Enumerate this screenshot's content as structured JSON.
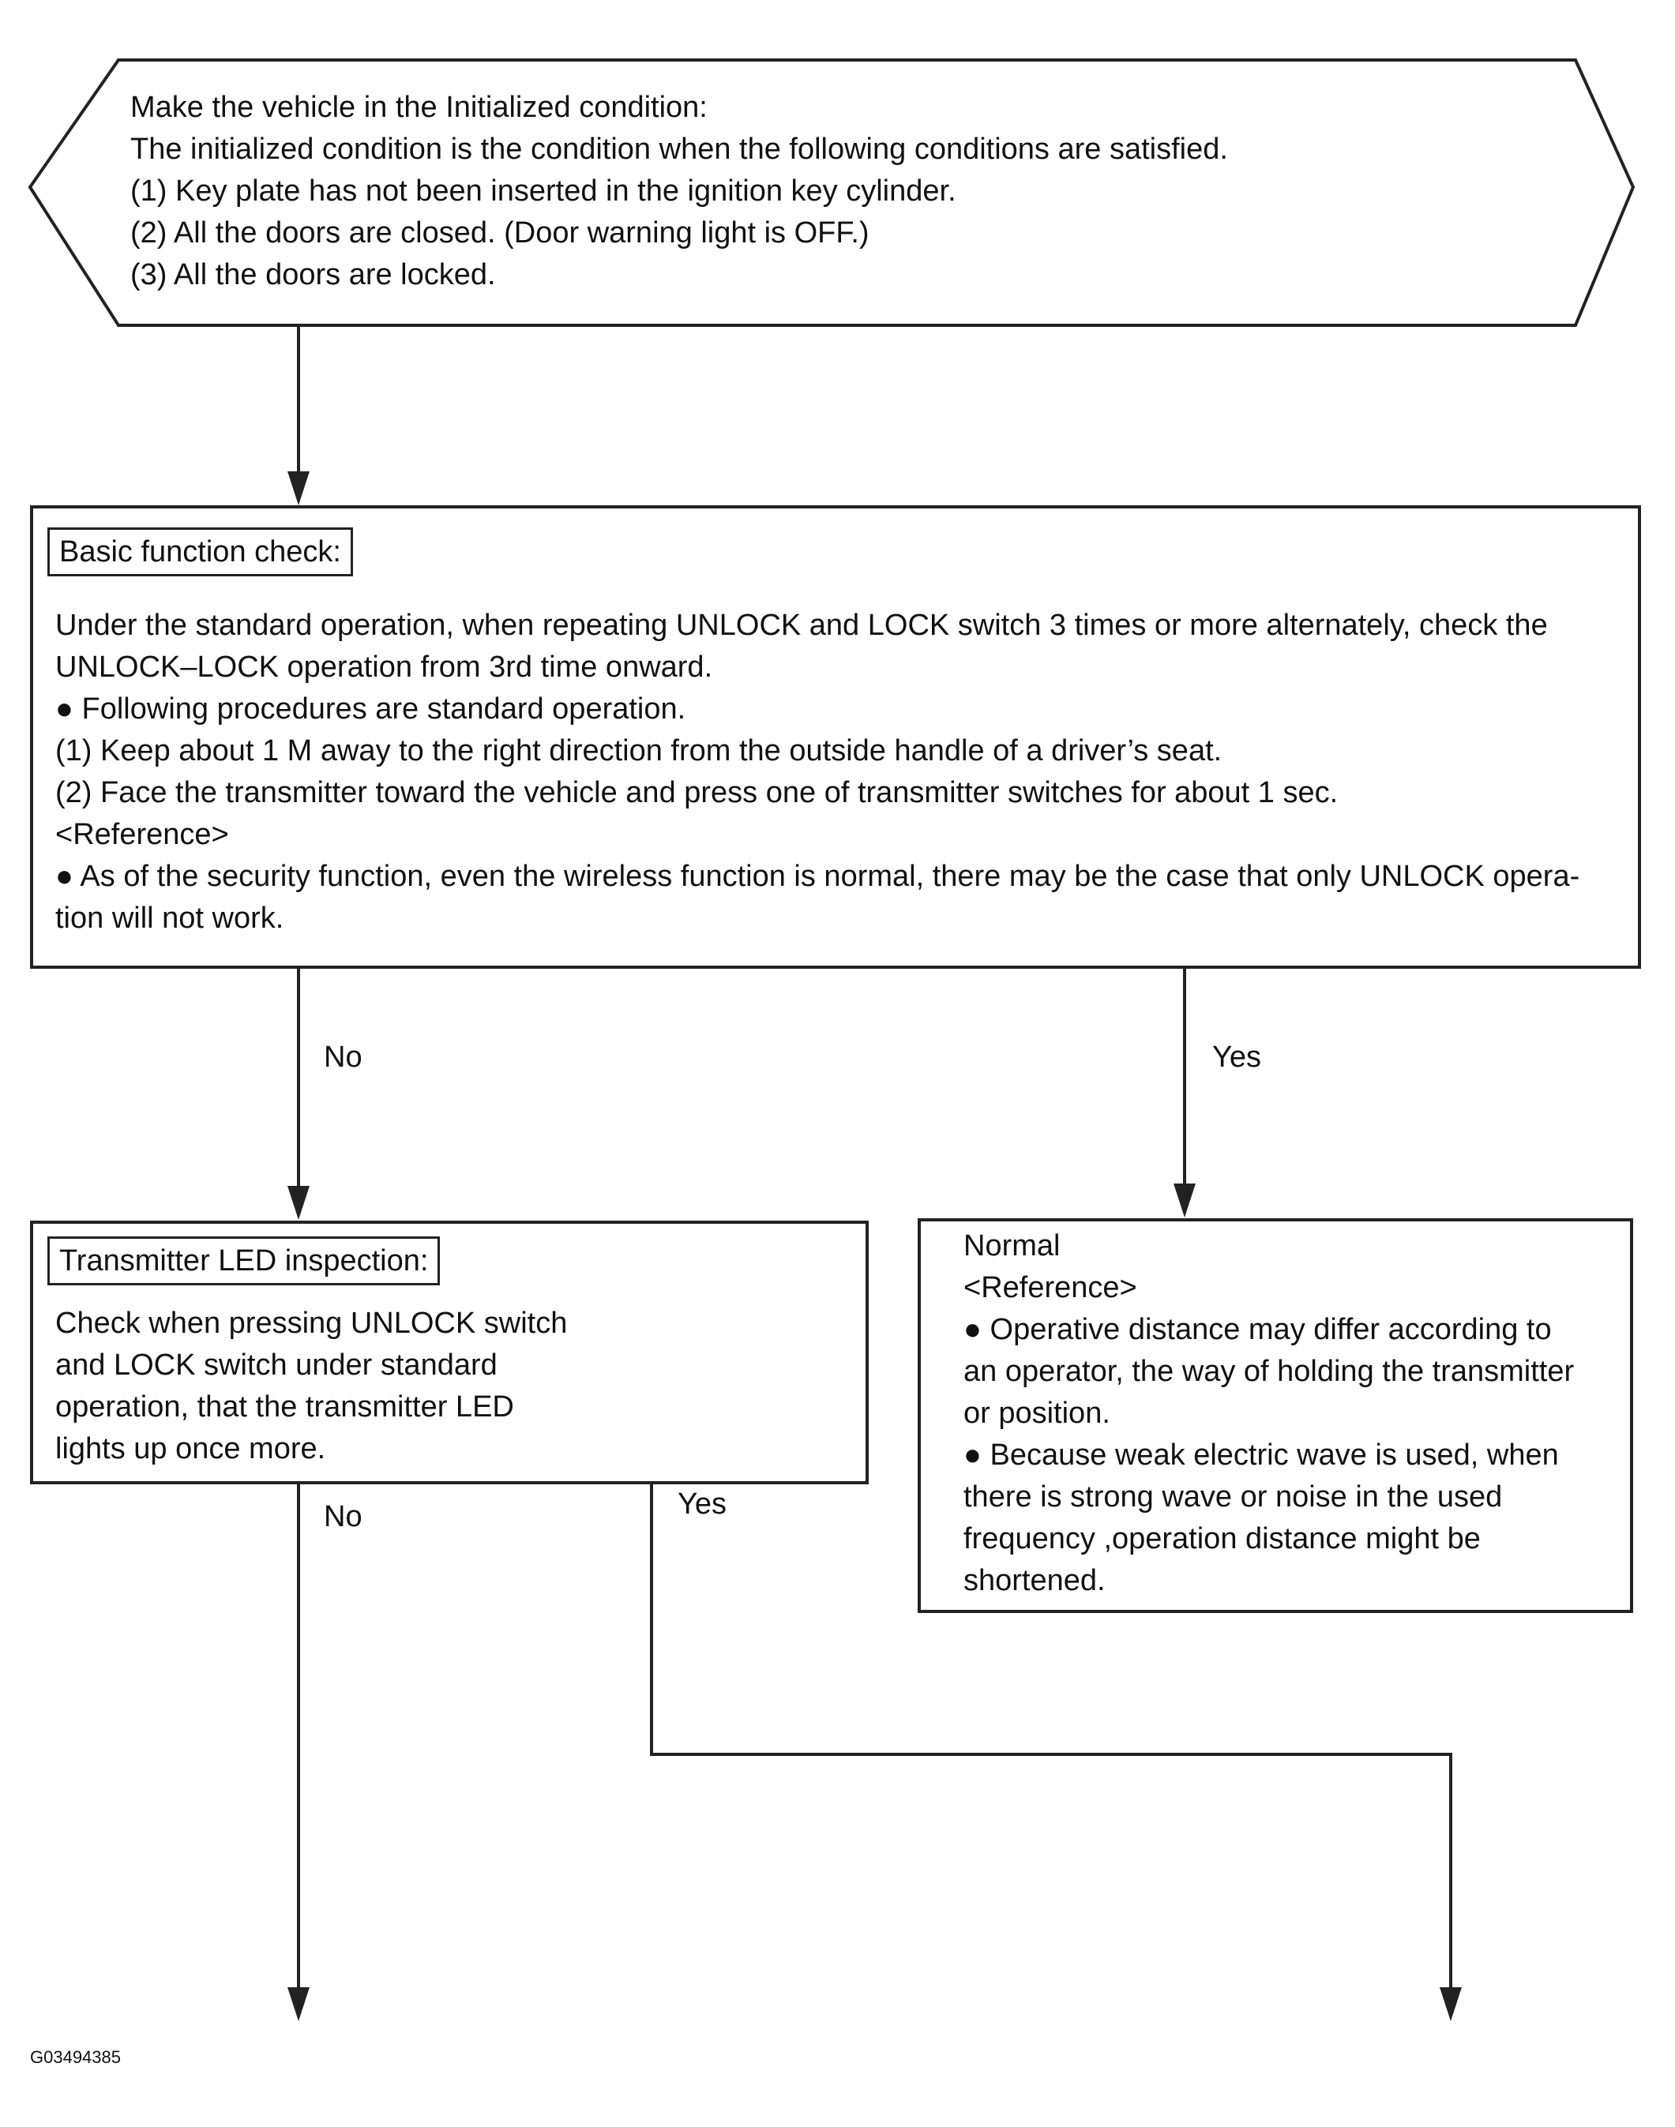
{
  "start": {
    "lines": [
      "Make the vehicle in the Initialized condition:",
      "The initialized condition is the condition when the following conditions are satisfied.",
      "(1) Key plate has not been inserted in the ignition key cylinder.",
      "(2) All the doors are closed. (Door warning light is OFF.)",
      "(3) All the doors are locked."
    ]
  },
  "basic": {
    "tag": "Basic function check:",
    "lines": [
      "Under the standard operation, when repeating UNLOCK and LOCK switch 3 times or more alternately, check the",
      "UNLOCK–LOCK operation from 3rd time onward.",
      "● Following procedures are standard operation.",
      "(1) Keep about 1 M away to the right direction from the outside handle of a driver’s seat.",
      "(2) Face the transmitter toward the vehicle and press one of transmitter switches for about 1 sec.",
      "<Reference>",
      "● As of the security function, even the wireless function is normal, there may be the case that only UNLOCK opera-",
      "tion will not work."
    ]
  },
  "transmitter": {
    "tag": "Transmitter LED inspection:",
    "lines": [
      "Check when pressing UNLOCK switch",
      "and LOCK switch under standard",
      "operation, that the transmitter LED",
      "lights up once more."
    ]
  },
  "normal": {
    "lines": [
      "Normal",
      "<Reference>",
      "● Operative distance may differ according to",
      "an operator, the way of holding the transmitter",
      "or position.",
      "● Because weak electric wave is used, when",
      "there is strong wave or noise in the used",
      "frequency ,operation distance might be",
      "shortened."
    ]
  },
  "labels": {
    "no1": "No",
    "yes1": "Yes",
    "no2": "No",
    "yes2": "Yes"
  },
  "figure_code": "G03494385"
}
